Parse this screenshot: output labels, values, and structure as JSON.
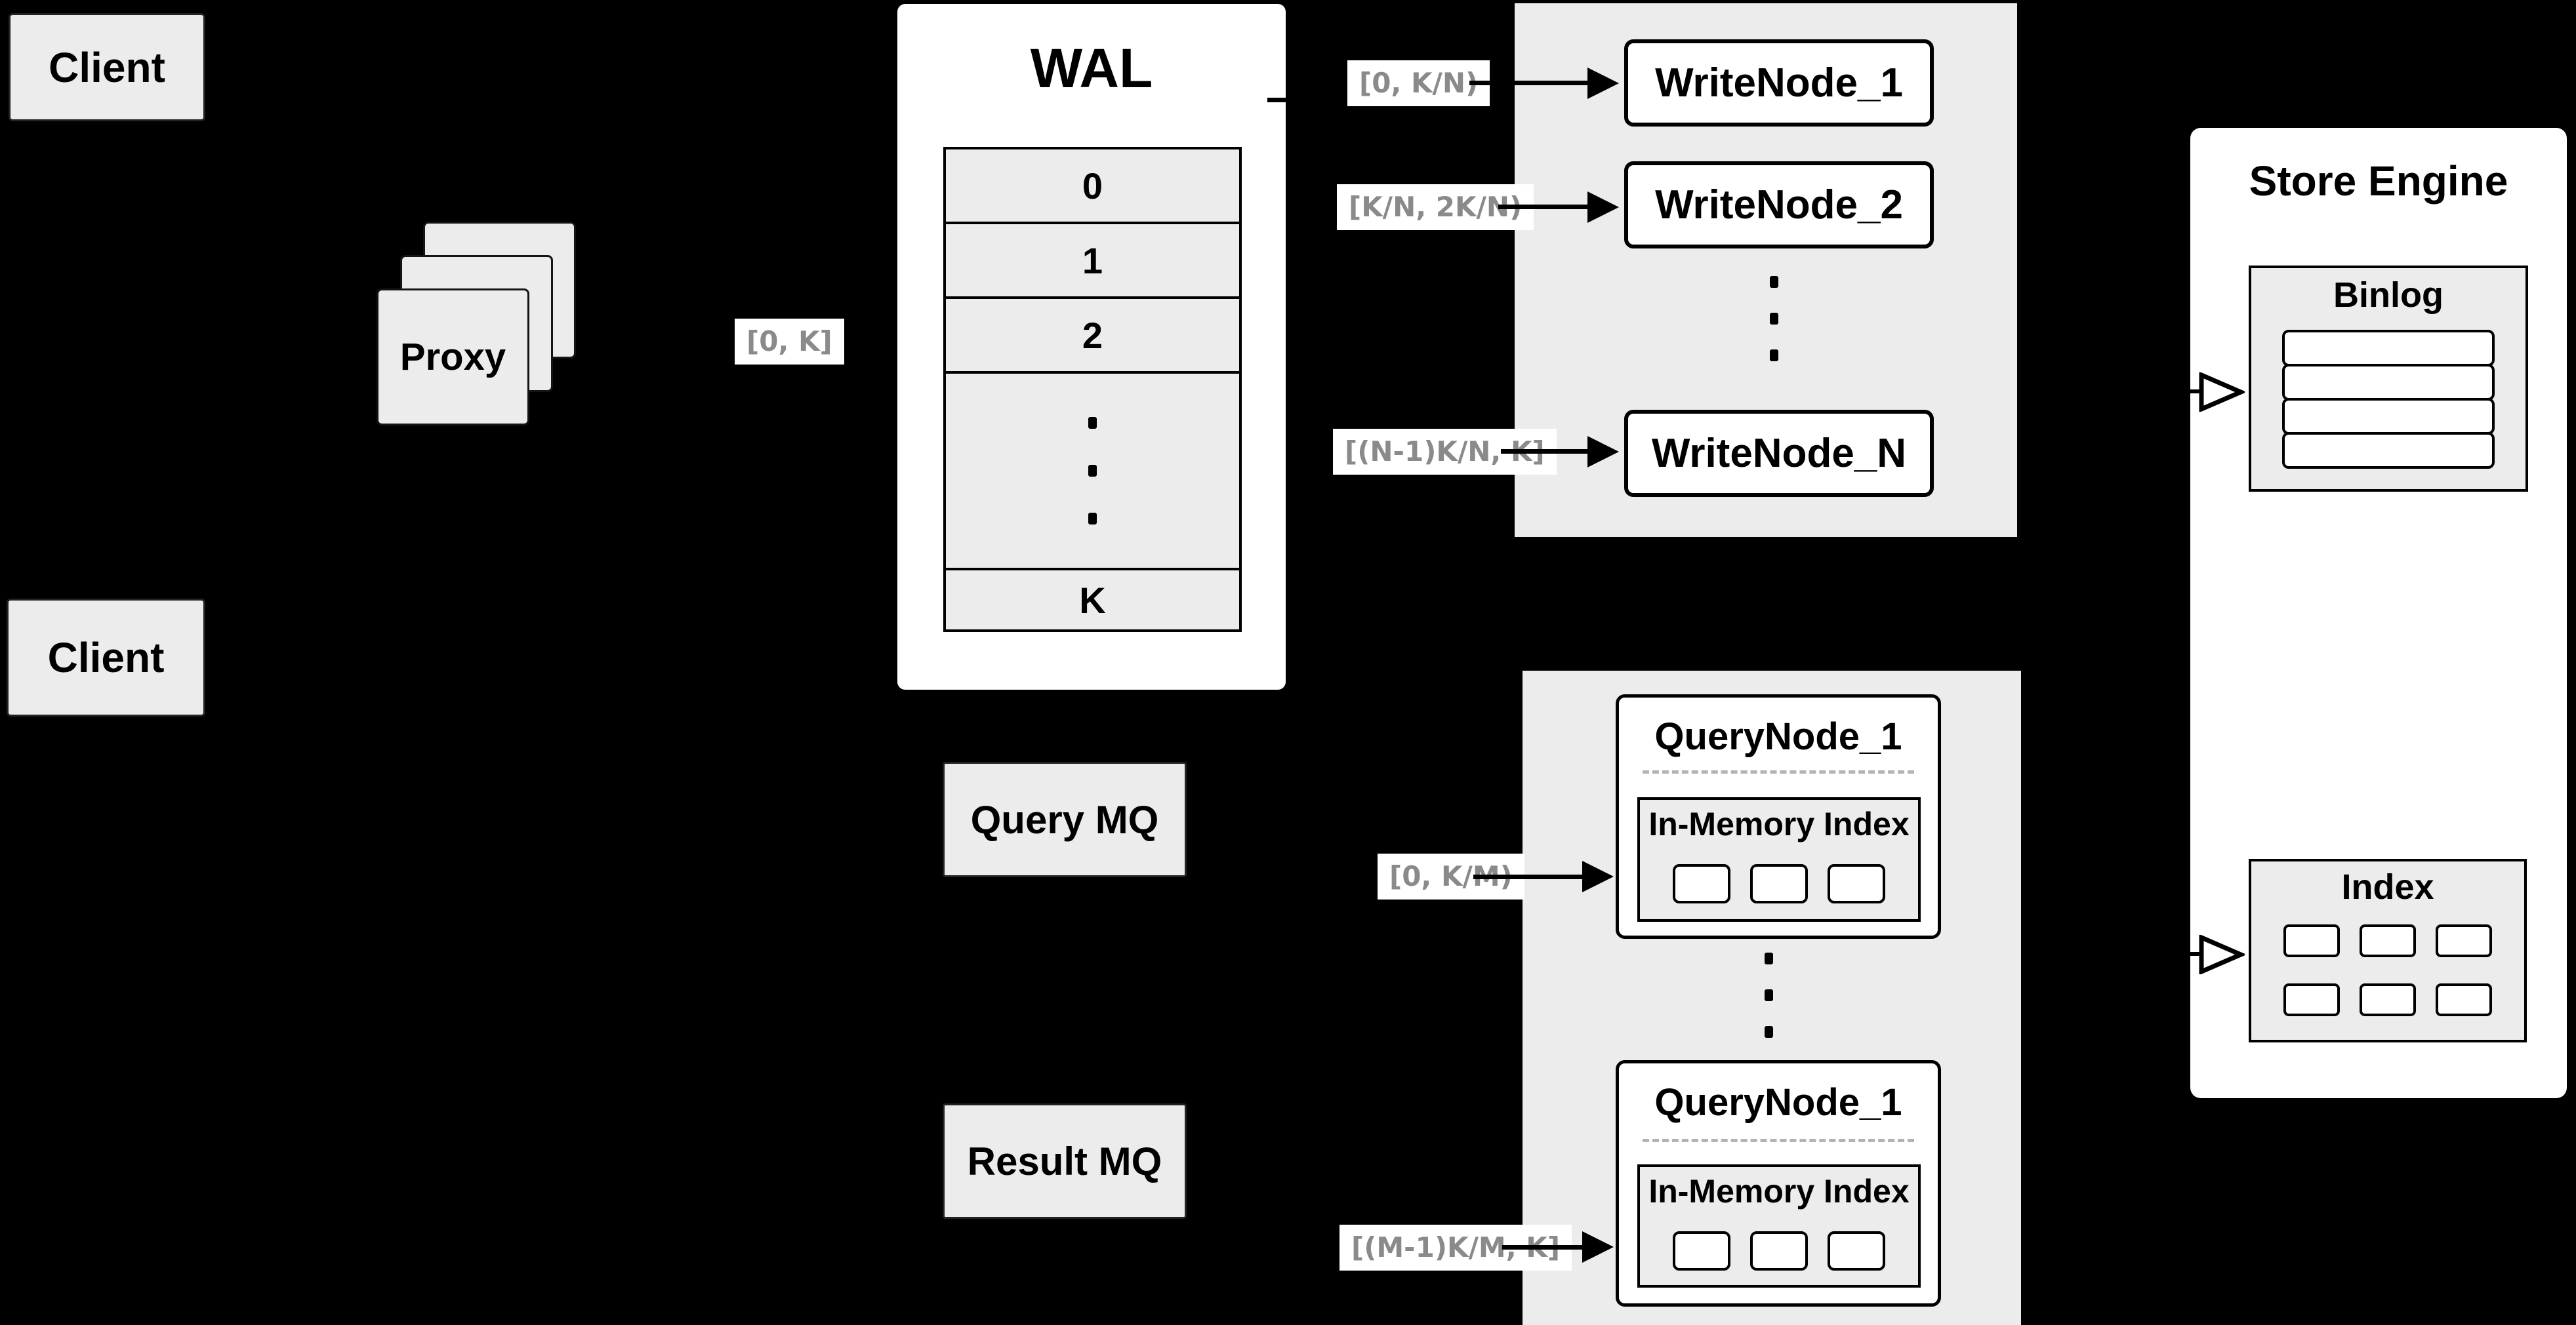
{
  "diagram": {
    "client_top": "Client",
    "client_bottom": "Client",
    "proxy_label": "Proxy",
    "proxy_range_label": "[0, K]",
    "wal": {
      "title": "WAL",
      "segments": [
        "0",
        "1",
        "2"
      ],
      "segment_last": "K"
    },
    "write": {
      "range_labels": [
        "[0, K/N)",
        "[K/N, 2K/N)",
        "[(N-1)K/N, K]"
      ],
      "nodes": [
        "WriteNode_1",
        "WriteNode_2",
        "WriteNode_N"
      ]
    },
    "query_mq": "Query MQ",
    "result_mq": "Result MQ",
    "query": {
      "range_labels": [
        "[0, K/M)",
        "[(M-1)K/M, K]"
      ],
      "nodes": [
        {
          "title": "QueryNode_1",
          "inner": "In-Memory Index"
        },
        {
          "title": "QueryNode_1",
          "inner": "In-Memory Index"
        }
      ]
    },
    "store": {
      "title": "Store Engine",
      "binlog": "Binlog",
      "index": "Index"
    },
    "colors": {
      "background": "#000000",
      "panel": "#ececec",
      "box": "#ffffff",
      "border": "#000000",
      "label_text": "#8a8a8a"
    }
  }
}
